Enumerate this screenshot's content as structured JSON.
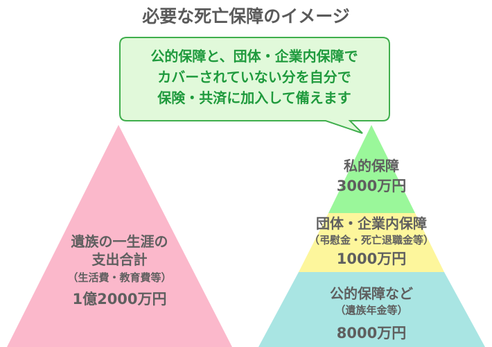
{
  "title": "必要な死亡保障のイメージ",
  "bubble": {
    "lines": [
      "公的保障と、団体・企業内保障で",
      "カバーされていない分を自分で",
      "保険・共済に加入して備えます"
    ]
  },
  "left_pyramid": {
    "label_lines": [
      "遺族の一生涯の",
      "支出合計"
    ],
    "sub": "（生活費・教育費等）",
    "amount": "1億2000万円",
    "color": "#fbb8cb"
  },
  "right_pyramid": {
    "tiers": [
      {
        "label": "私的保障",
        "sub": "",
        "amount": "3000万円",
        "color": "#9af79a"
      },
      {
        "label": "団体・企業内保障",
        "sub": "（弔慰金・死亡退職金等）",
        "amount": "1000万円",
        "color": "#fdf69c"
      },
      {
        "label": "公的保障など",
        "sub": "（遺族年金等）",
        "amount": "8000万円",
        "color": "#a9e5e3"
      }
    ]
  },
  "colors": {
    "bubble_fill": "#e1f9da",
    "bubble_border": "#3fae4c",
    "bubble_text": "#1f9a3d",
    "text": "#5f5f5f"
  }
}
